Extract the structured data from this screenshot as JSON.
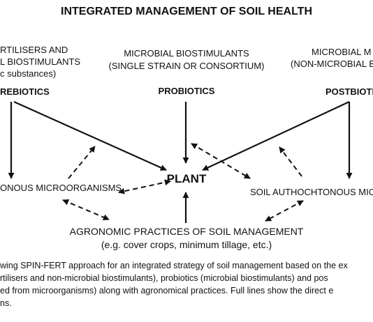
{
  "title": "INTEGRATED MANAGEMENT OF SOIL HEALTH",
  "left_source": {
    "line1": "RTILISERS AND",
    "line2": "L BIOSTIMULANTS",
    "line3": "c substances)",
    "category": "REBIOTICS"
  },
  "center_source": {
    "line1": "MICROBIAL BIOSTIMULANTS",
    "line2": "(SINGLE STRAIN OR CONSORTIUM)",
    "category": "PROBIOTICS"
  },
  "right_source": {
    "line1": "MICROBIAL M",
    "line2": "(NON-MICROBIAL B",
    "category": "POSTBIOTI"
  },
  "plant_label": "PLANT",
  "left_soil_label": "ONOUS MICROORGANISMS",
  "right_soil_label": "SOIL AUTHOCHTONOUS MIC",
  "agronomic": {
    "line1": "AGRONOMIC PRACTICES OF SOIL MANAGEMENT",
    "line2": "(e.g. cover crops, minimum tillage, etc.)"
  },
  "caption": [
    "wing SPIN-FERT approach for an integrated strategy of soil management based on the ex",
    "rtilisers and non-microbial biostimulants), probiotics (microbial biostimulants) and pos",
    "ed from microorganisms) along with agronomical practices. Full lines show the direct e",
    "ns."
  ]
}
